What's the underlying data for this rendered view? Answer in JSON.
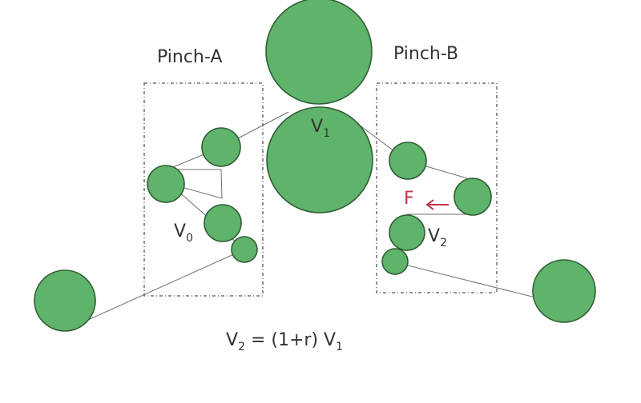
{
  "labels": {
    "pinch_a": "Pinch-A",
    "pinch_b": "Pinch-B",
    "v1_main": "V",
    "v1_sub": "1",
    "v0_main": "V",
    "v0_sub": "0",
    "v2_main": "V",
    "v2_sub": "2",
    "force": "F",
    "eq_v2": "V",
    "eq_v2_sub": "2",
    "eq_mid": " = (1+r) V",
    "eq_v1_sub": "1"
  },
  "colors": {
    "roller_fill": "#5fb36a",
    "roller_stroke": "#2f5e36",
    "force": "#c0334a"
  }
}
